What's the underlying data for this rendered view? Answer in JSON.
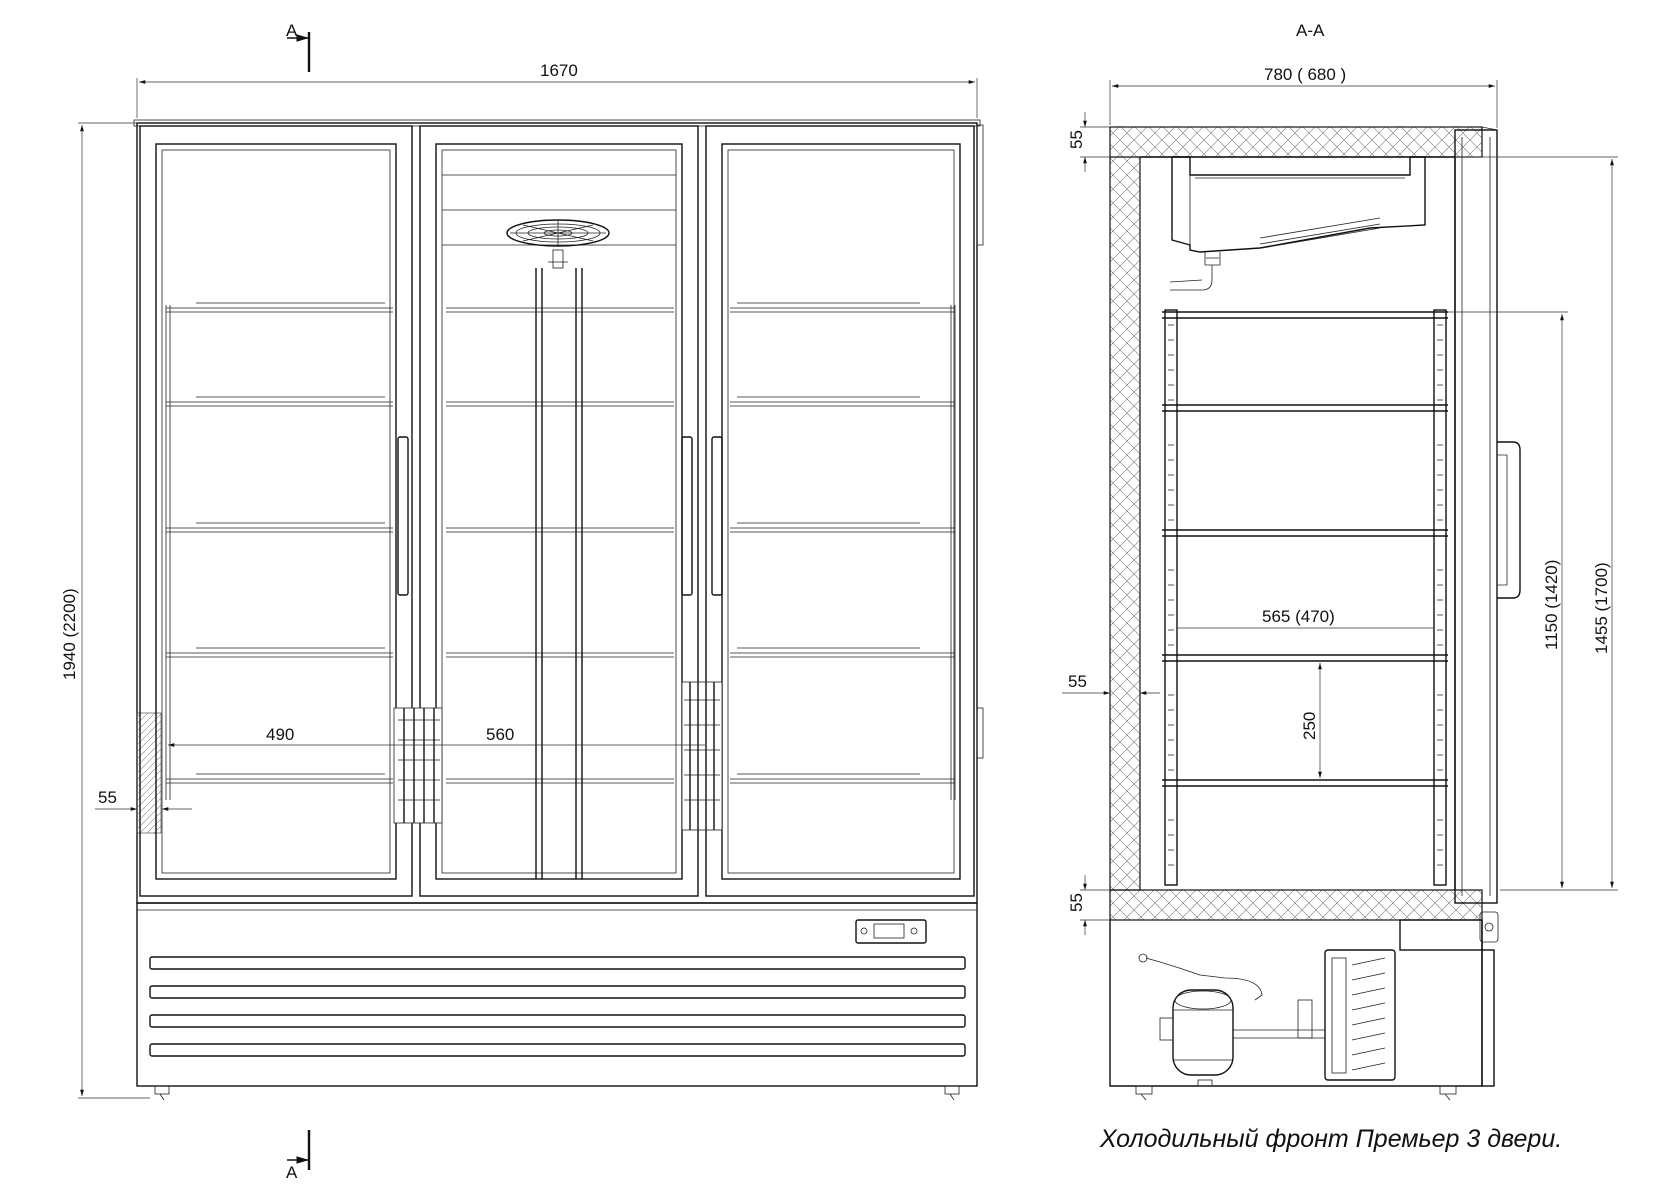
{
  "caption": "Холодильный фронт Премьер 3 двери.",
  "section_label": "A-A",
  "section_mark": "A",
  "front_view": {
    "overall_width": "1670",
    "overall_height": "1940  (2200)",
    "door_inner_width_left": "490",
    "door_inner_width_mid": "560",
    "wall_thickness": "55"
  },
  "side_view": {
    "depth": "780  ( 680 )",
    "top_insulation": "55",
    "side_insulation": "55",
    "bottom_insulation": "55",
    "shelf_depth": "565  (470)",
    "shelf_pitch": "250",
    "inner_height_a": "1150  (1420)",
    "inner_height_b": "1455  (1700)"
  }
}
